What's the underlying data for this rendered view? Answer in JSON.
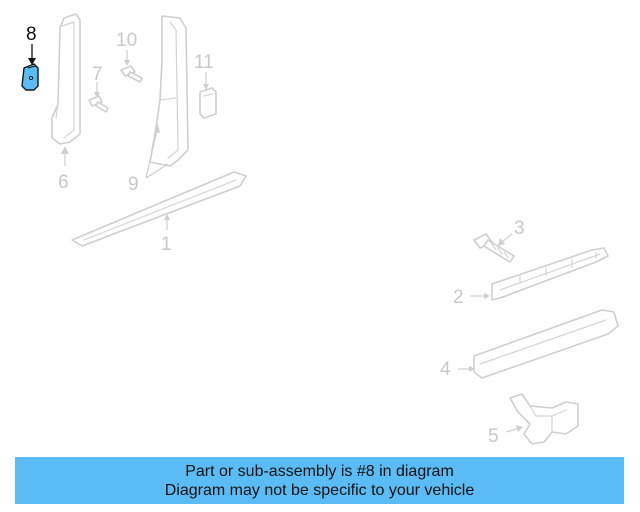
{
  "callouts": {
    "c1": "1",
    "c2": "2",
    "c3": "3",
    "c4": "4",
    "c5": "5",
    "c6": "6",
    "c7": "7",
    "c8": "8",
    "c9": "9",
    "c10": "10",
    "c11": "11"
  },
  "banner": {
    "line1": "Part or sub-assembly is #8 in diagram",
    "line2": "Diagram may not be specific to your vehicle"
  },
  "colors": {
    "highlight": "#5bbcf5",
    "part_line": "#cfcfcf",
    "banner_bg": "#5bbcf5"
  }
}
